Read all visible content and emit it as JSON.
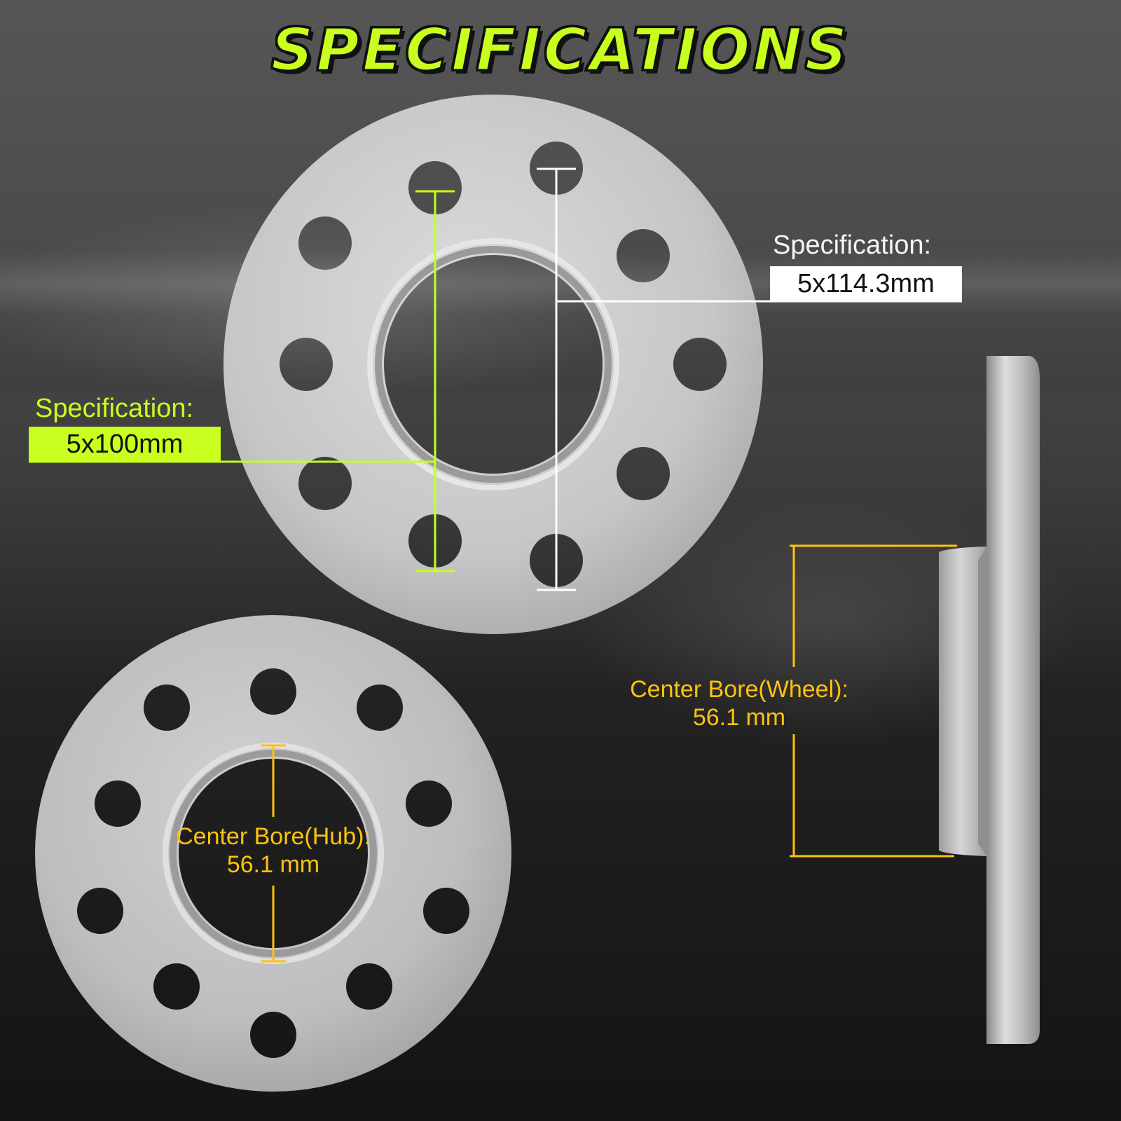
{
  "title": "SPECIFICATIONS",
  "callouts": {
    "pcd_large": {
      "label": "Specification:",
      "value": "5x114.3mm"
    },
    "pcd_small": {
      "label": "Specification:",
      "value": "5x100mm"
    },
    "bore_wheel": {
      "label": "Center Bore(Wheel):",
      "value": "56.1 mm"
    },
    "bore_hub": {
      "label": "Center Bore(Hub):",
      "value": "56.1 mm"
    }
  },
  "colors": {
    "accent_green": "#c8ff1e",
    "accent_yellow": "#ffc20e",
    "white": "#ffffff",
    "metal": "#c4c4c6"
  },
  "parts": [
    "wheel-spacer-front",
    "wheel-spacer-back",
    "wheel-spacer-side-profile"
  ]
}
